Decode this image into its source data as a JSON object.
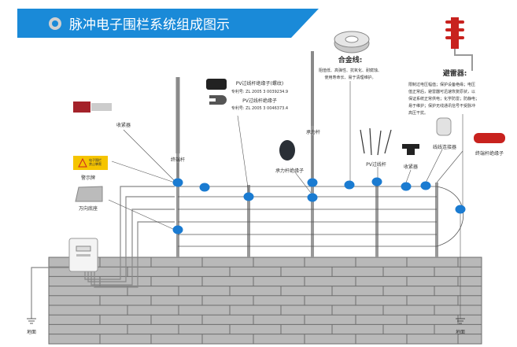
{
  "title": "脉冲电子围栏系统组成图示",
  "colors": {
    "title_bar": "#1a8ad8",
    "wall": "#b9b9b9",
    "mortar": "#6d6d6d",
    "node": "#1a7bd1",
    "arrester": "#c8221e"
  },
  "components": {
    "tensioner_left": "收紧器",
    "warning_sign": "警示牌",
    "warning_sign_text": [
      "电子围栏",
      "禁止攀爬"
    ],
    "universal_base": "万向底座",
    "terminal_pole": "终端杆",
    "pv_insulator_thread": "PV过线杆绝缘子(螺纹)",
    "pv_insulator_thread_patent": "专利号:  ZL 2005 3 0039234.9",
    "pv_insulator": "PV过线杆绝缘子",
    "pv_insulator_patent": "专利号:  ZL 2005 3 0046373.4",
    "load_pole": "承力杆",
    "load_pole_insulator": "承力杆绝缘子",
    "alloy_wire": "合金线:",
    "alloy_wire_desc": [
      "阻值低、高弹性、抗氧化、耐腐蚀、",
      "使用寿命长、易于清理维护。"
    ],
    "arrester": "避雷器:",
    "arrester_desc": [
      "限制过电压幅值；保护设备绝缘；电压",
      "值正常后，避雷器可迅速恢复原状，以",
      "保证系统正常供电；化学防雷；防静电；",
      "易于维护；保护无线通讯信号不受脉冲",
      "高压干扰。"
    ],
    "pv_pole": "PV过线杆",
    "tensioner_right": "收紧器",
    "wire_connector": "线线连接器",
    "terminal_insulator": "终端杆绝缘子",
    "ground_left": "地面",
    "ground_right": "地面"
  }
}
